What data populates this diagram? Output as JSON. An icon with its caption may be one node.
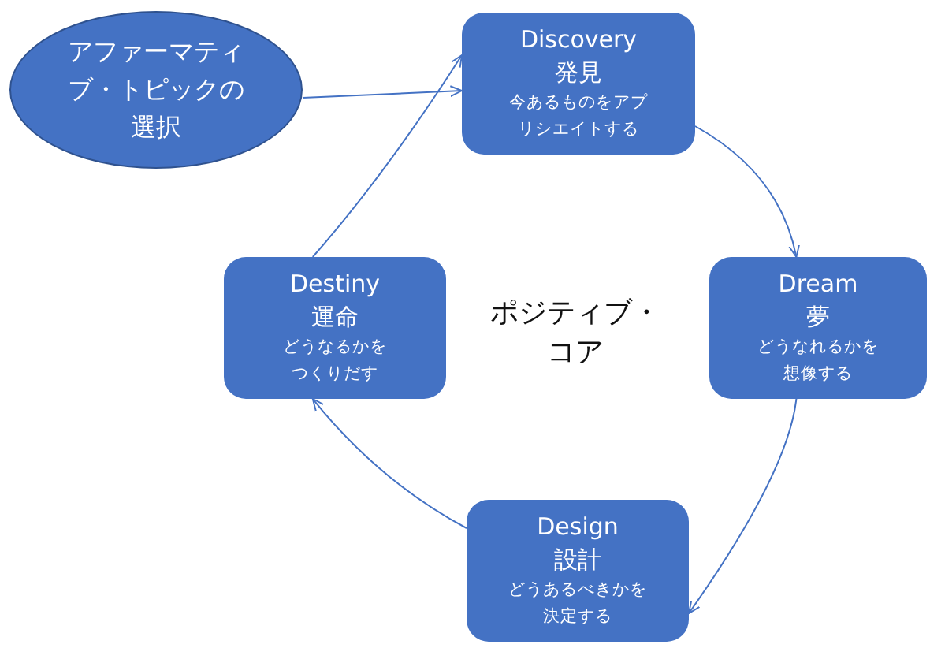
{
  "diagram": {
    "nodes": [
      {
        "text": [
          "アファーマティブ・トピックの選択"
        ]
      },
      {
        "text": [
          "Discovery",
          "発見",
          "今あるものをアプリシエイトする"
        ]
      },
      {
        "text": [
          "Dream",
          "夢",
          "どうなれるかを想像する"
        ]
      },
      {
        "text": [
          "Design",
          "設計",
          "どうあるべきかを決定する"
        ]
      },
      {
        "text": [
          "Destiny",
          "運命",
          "どうなるかをつくりだす"
        ]
      }
    ],
    "edges": [
      {
        "from": 0,
        "to": 1,
        "arrow": "to"
      },
      {
        "from": 1,
        "to": 2,
        "arrow": "to"
      },
      {
        "from": 2,
        "to": 3,
        "arrow": "to"
      },
      {
        "from": 3,
        "to": 4,
        "arrow": "to"
      },
      {
        "from": 4,
        "to": 1,
        "arrow": "to"
      }
    ],
    "labels": [
      "ポジティブ・コア"
    ]
  }
}
